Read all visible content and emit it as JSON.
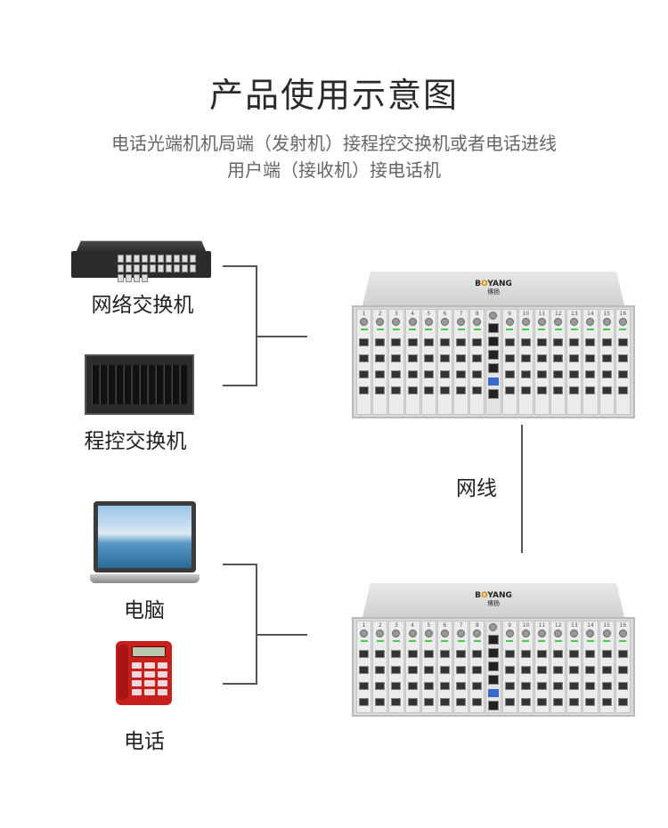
{
  "title": "产品使用示意图",
  "subtitle_lines": [
    "电话光端机机局端（发射机）接程控交换机或者电话进线",
    "用户端（接收机）接电话机"
  ],
  "devices": {
    "network_switch": "网络交换机",
    "pbx": "程控交换机",
    "computer": "电脑",
    "telephone": "电话"
  },
  "cable_label": "网线",
  "chassis": {
    "brand_pre": "B",
    "brand_o": "O",
    "brand_post": "YANG",
    "brand_cn": "博扬",
    "slot_labels": [
      "1",
      "2",
      "3",
      "4",
      "5",
      "6",
      "7",
      "8",
      "",
      "9",
      "10",
      "11",
      "12",
      "13",
      "14",
      "15",
      "16"
    ],
    "accent": "#e58a00"
  }
}
